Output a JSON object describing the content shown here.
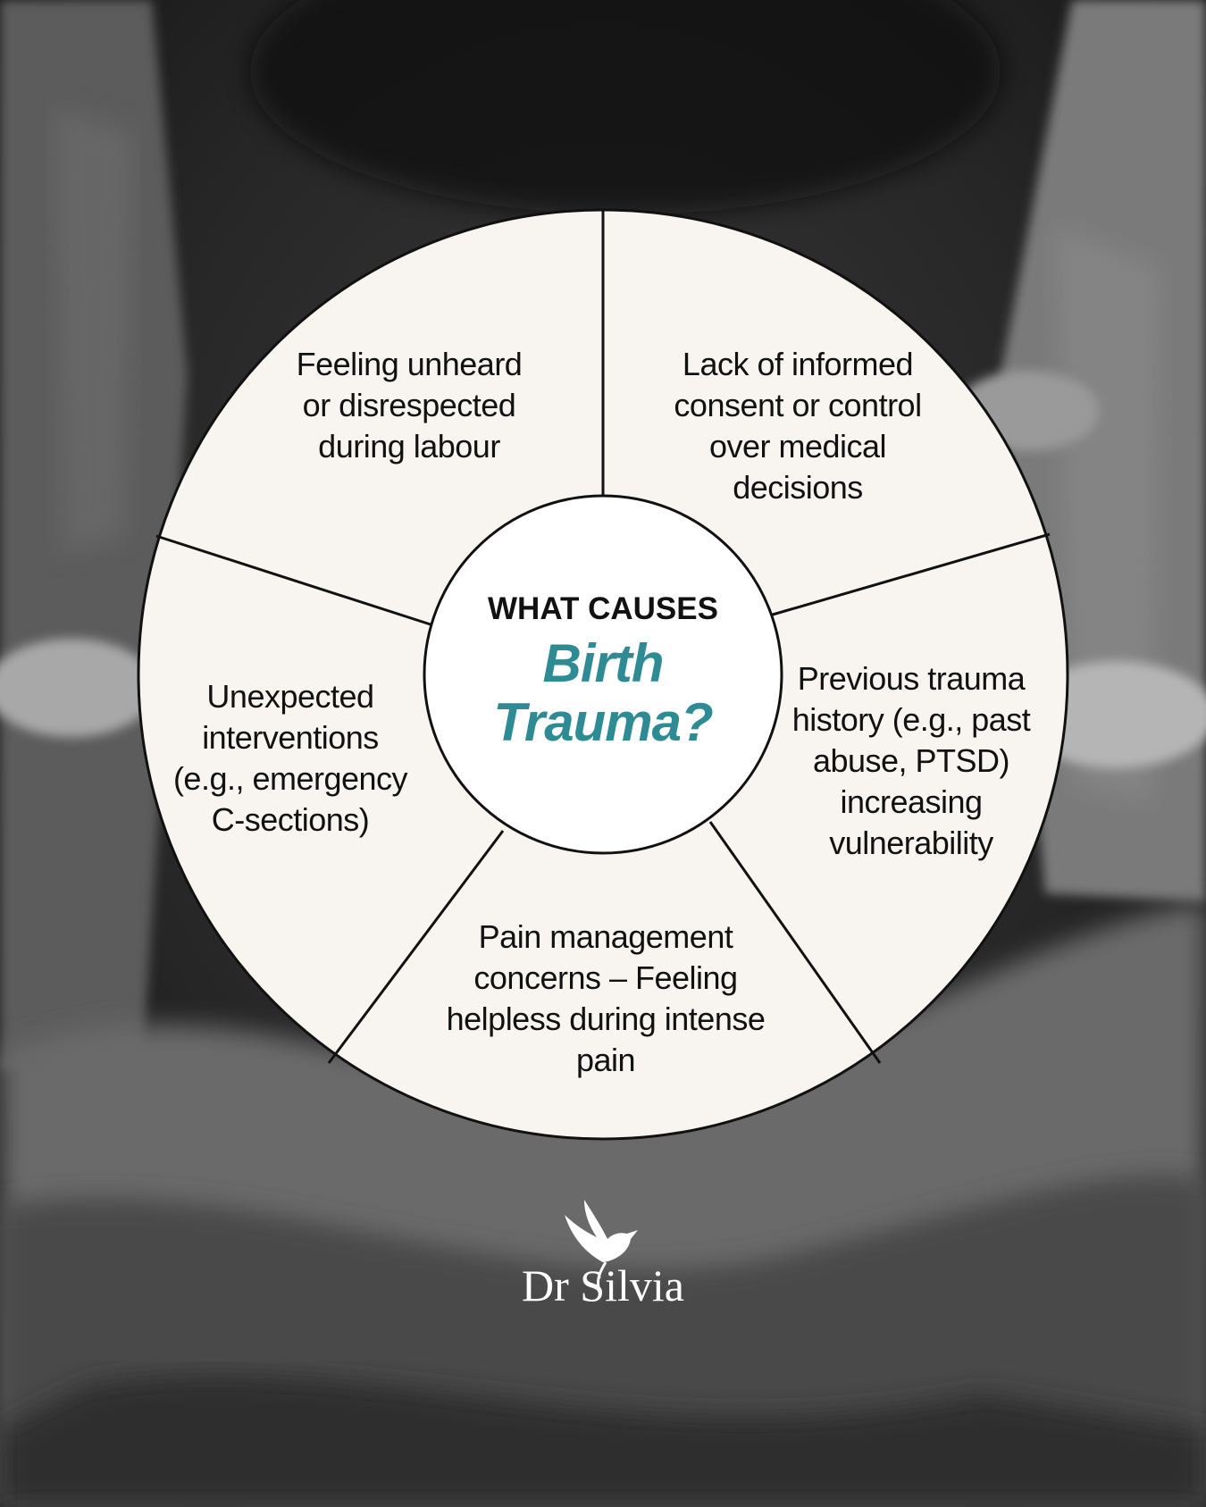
{
  "colors": {
    "segment_fill": "#f8f5f0",
    "center_fill": "#ffffff",
    "outline": "#111111",
    "accent": "#2e8b94",
    "logo": "#ffffff"
  },
  "center": {
    "kicker": "WHAT CAUSES",
    "title": "Birth\nTrauma?"
  },
  "segments": [
    {
      "label": "Feeling unheard\nor disrespected\nduring labour"
    },
    {
      "label": "Lack of informed\nconsent or control\nover medical\ndecisions"
    },
    {
      "label": "Previous trauma\nhistory (e.g., past\nabuse, PTSD)\nincreasing\nvulnerability"
    },
    {
      "label": "Pain management\nconcerns – Feeling\nhelpless during intense\npain"
    },
    {
      "label": "Unexpected\ninterventions\n(e.g., emergency\nC-sections)"
    }
  ],
  "logo": {
    "icon": "dove-icon",
    "name": "Dr Silvia"
  }
}
